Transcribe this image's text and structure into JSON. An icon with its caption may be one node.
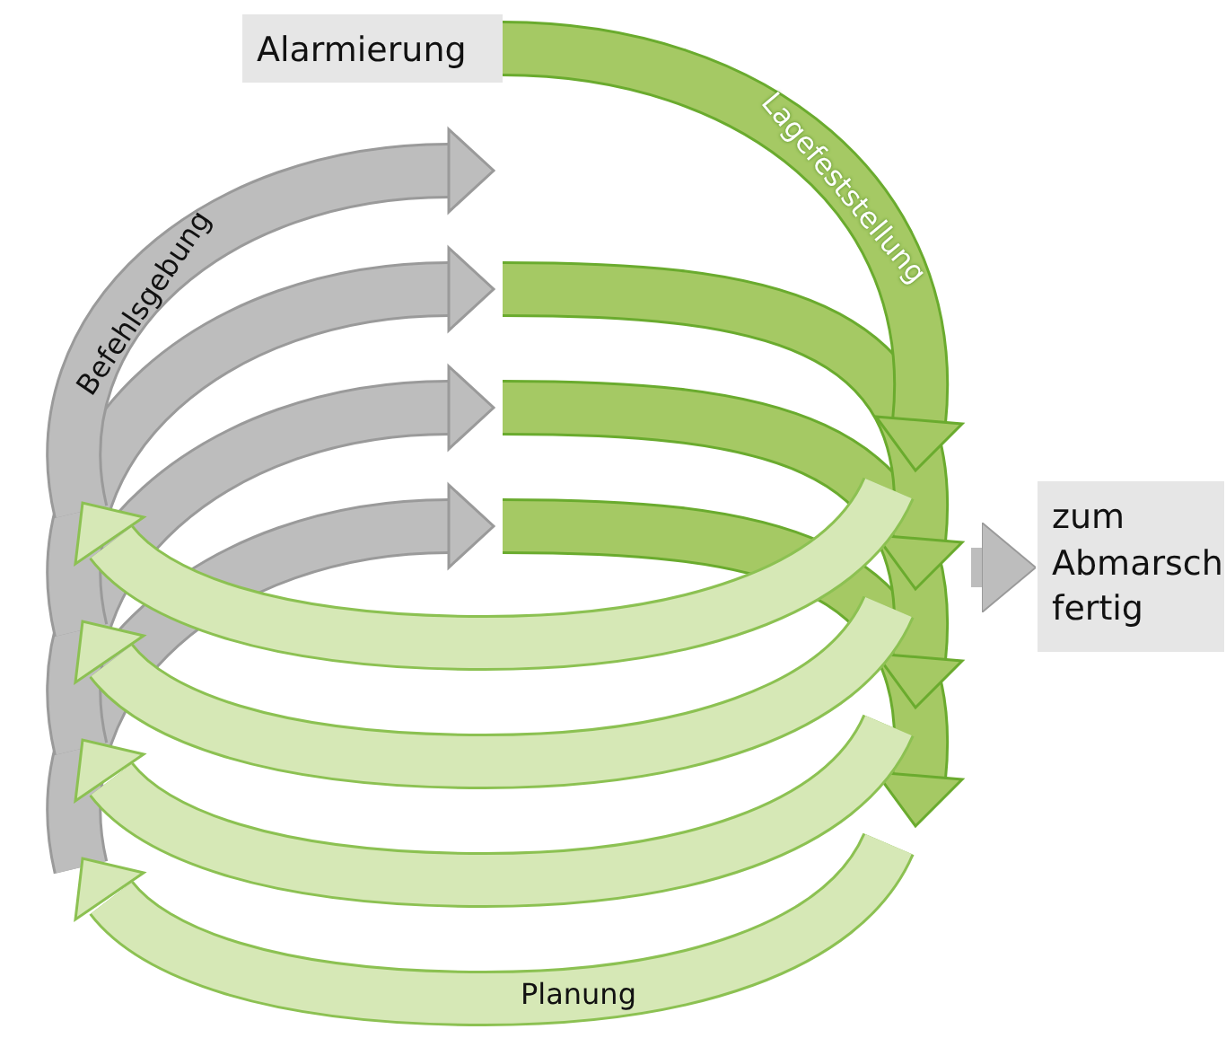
{
  "diagram": {
    "nodes": [
      {
        "text": [
          "Alarmierung"
        ]
      },
      {
        "text": [
          "Lagefeststellung"
        ]
      },
      {
        "text": [
          "Planung"
        ]
      },
      {
        "text": [
          "Befehlsgebung"
        ]
      },
      {
        "text": [
          "zum Abmarsch fertig"
        ]
      }
    ],
    "edges": [
      {
        "from": 1,
        "to": 4,
        "arrow": "to"
      }
    ]
  }
}
